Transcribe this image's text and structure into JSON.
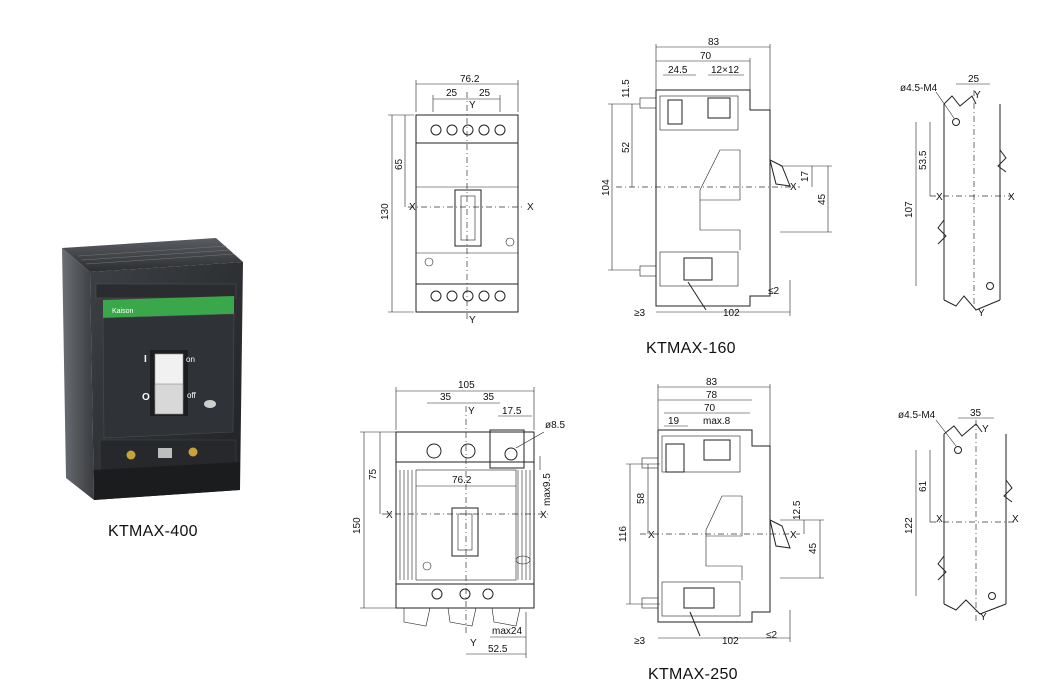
{
  "models": [
    {
      "key": "ktmax400",
      "label": "KTMAX-400"
    },
    {
      "key": "ktmax160",
      "label": "KTMAX-160"
    },
    {
      "key": "ktmax250",
      "label": "KTMAX-250"
    }
  ],
  "photo": {
    "brand": "Kaison",
    "switch_on": "on",
    "switch_off": "off",
    "mark_i": "I",
    "mark_o": "O"
  },
  "axes": {
    "x": "X",
    "y": "Y"
  },
  "front160": {
    "w": "76.2",
    "p1": "25",
    "p2": "25",
    "h_mid": "65",
    "h_total": "130"
  },
  "side160": {
    "d83": "83",
    "d70": "70",
    "d245": "24.5",
    "d12": "12×12",
    "d115": "11.5",
    "d52": "52",
    "d104": "104",
    "d17": "17",
    "d45": "45",
    "d2": "≤2",
    "d3": "≥3",
    "d102": "102"
  },
  "mount160": {
    "hole": "ø4.5-M4",
    "d25": "25",
    "d535": "53.5",
    "d107": "107"
  },
  "front250": {
    "w": "105",
    "p1": "35",
    "p2": "35",
    "d175": "17.5",
    "d85": "ø8.5",
    "d75": "75",
    "d762": "76.2",
    "d95": "max9.5",
    "d150": "150",
    "d24": "max24",
    "d525": "52.5"
  },
  "side250": {
    "d83": "83",
    "d78": "78",
    "d70": "70",
    "d19": "19",
    "dmax8": "max.8",
    "d58": "58",
    "d116": "116",
    "d125": "12.5",
    "d45": "45",
    "d2": "≤2",
    "d3": "≥3",
    "d102": "102"
  },
  "mount250": {
    "hole": "ø4.5-M4",
    "d35": "35",
    "d61": "61",
    "d122": "122"
  }
}
